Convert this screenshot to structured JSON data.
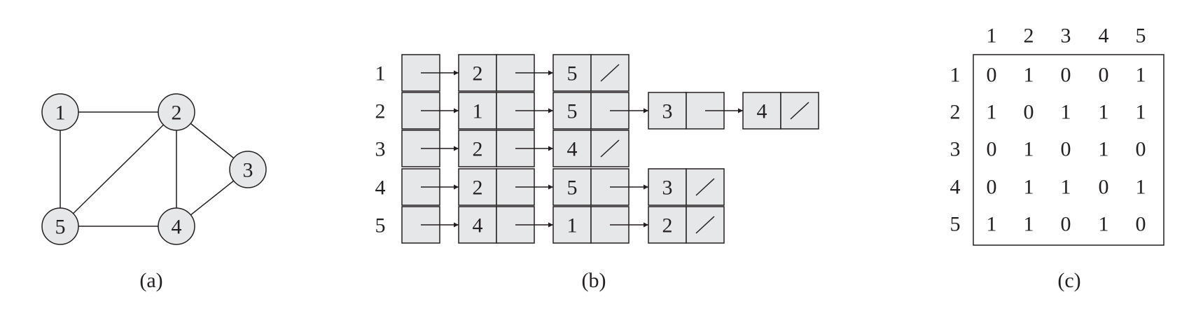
{
  "colors": {
    "node_fill": "#e6e7e8",
    "stroke": "#231f20",
    "background": "#ffffff"
  },
  "graph": {
    "caption": "(a)",
    "nodes": [
      {
        "id": "1",
        "label": "1"
      },
      {
        "id": "2",
        "label": "2"
      },
      {
        "id": "3",
        "label": "3"
      },
      {
        "id": "4",
        "label": "4"
      },
      {
        "id": "5",
        "label": "5"
      }
    ],
    "edges": [
      [
        "1",
        "2"
      ],
      [
        "1",
        "5"
      ],
      [
        "2",
        "5"
      ],
      [
        "2",
        "4"
      ],
      [
        "2",
        "3"
      ],
      [
        "3",
        "4"
      ],
      [
        "4",
        "5"
      ]
    ]
  },
  "adjacency_list": {
    "caption": "(b)",
    "rows": [
      {
        "vertex": "1",
        "nodes": [
          "2",
          "5"
        ]
      },
      {
        "vertex": "2",
        "nodes": [
          "1",
          "5",
          "3",
          "4"
        ]
      },
      {
        "vertex": "3",
        "nodes": [
          "2",
          "4"
        ]
      },
      {
        "vertex": "4",
        "nodes": [
          "2",
          "5",
          "3"
        ]
      },
      {
        "vertex": "5",
        "nodes": [
          "4",
          "1",
          "2"
        ]
      }
    ]
  },
  "adjacency_matrix": {
    "caption": "(c)",
    "column_headers": [
      "1",
      "2",
      "3",
      "4",
      "5"
    ],
    "row_headers": [
      "1",
      "2",
      "3",
      "4",
      "5"
    ],
    "cells": [
      [
        "0",
        "1",
        "0",
        "0",
        "1"
      ],
      [
        "1",
        "0",
        "1",
        "1",
        "1"
      ],
      [
        "0",
        "1",
        "0",
        "1",
        "0"
      ],
      [
        "0",
        "1",
        "1",
        "0",
        "1"
      ],
      [
        "1",
        "1",
        "0",
        "1",
        "0"
      ]
    ]
  }
}
